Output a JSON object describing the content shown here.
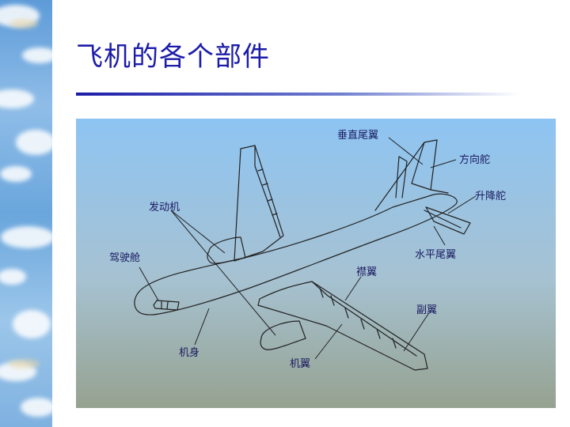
{
  "slide": {
    "title": "飞机的各个部件"
  },
  "diagram": {
    "labels": {
      "vertical_tail": "垂直尾翼",
      "rudder": "方向舵",
      "elevator": "升降舵",
      "horizontal_tail": "水平尾翼",
      "engine": "发动机",
      "cockpit": "驾驶舱",
      "flap": "襟翼",
      "aileron": "副翼",
      "fuselage": "机身",
      "wing": "机翼"
    }
  },
  "colors": {
    "title": "#1c1ca8",
    "sky_top": "#8ec4f2",
    "sky_bottom": "#96a290",
    "label": "#1a1a60",
    "outline": "#222222"
  }
}
